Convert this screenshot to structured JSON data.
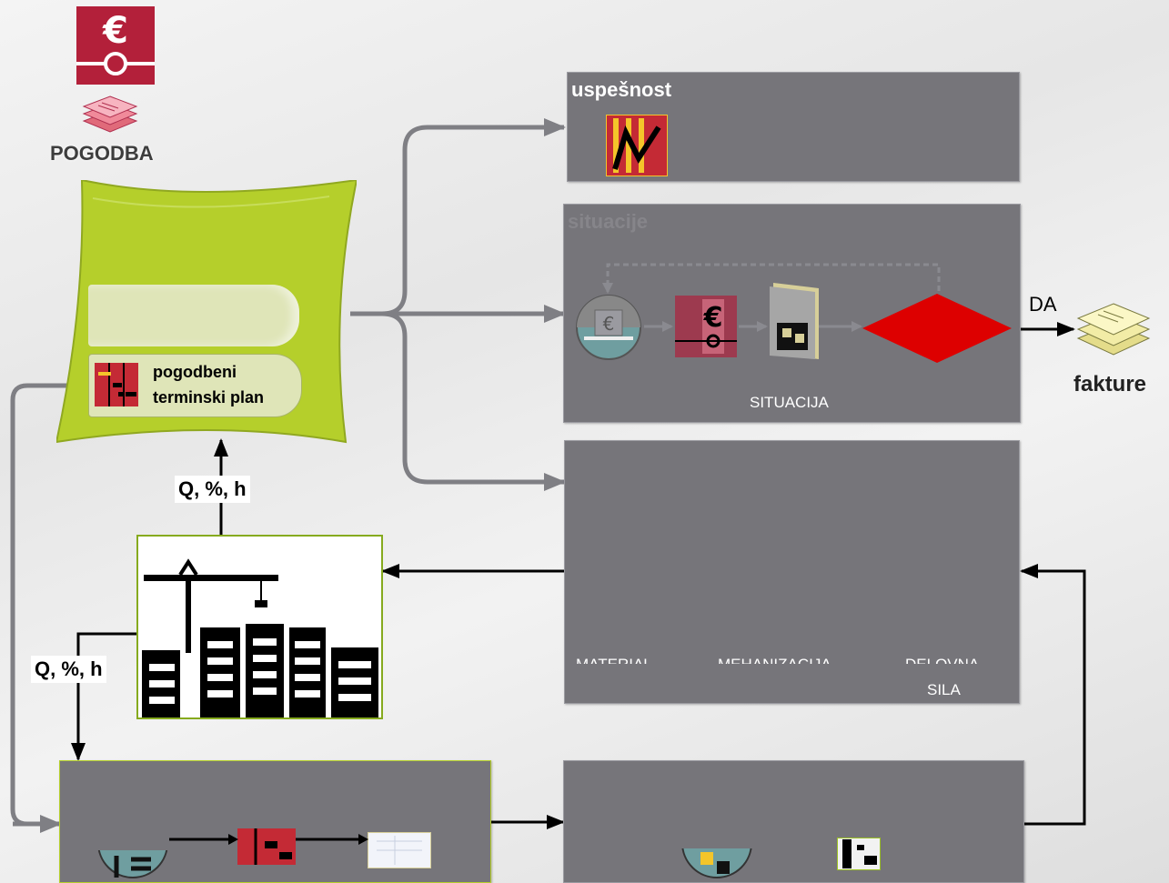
{
  "contract": {
    "label": "POGODBA",
    "colors": {
      "euro_bg": "#b3203a",
      "stack": "#e06a7a"
    }
  },
  "schedule": {
    "label_line1": "pogodbeni",
    "label_line2": "terminski plan"
  },
  "panels": {
    "success": {
      "title": "uspešnost"
    },
    "situations": {
      "title": "situacije",
      "caption": "SITUACIJA",
      "decision_yes": "DA"
    },
    "resources": {
      "labels": [
        "MATERIAL",
        "MEHANIZACIJA",
        "DELOVNA",
        "SILA"
      ]
    }
  },
  "invoices": {
    "label": "fakture"
  },
  "flow_labels": {
    "up": "Q, %, h",
    "down": "Q, %, h"
  },
  "colors": {
    "panel": "#76757a",
    "scroll_green": "#b5cf2b",
    "decision": "#dd0000",
    "connector_grey": "#7f7f84",
    "icon_red": "#c42a35"
  }
}
